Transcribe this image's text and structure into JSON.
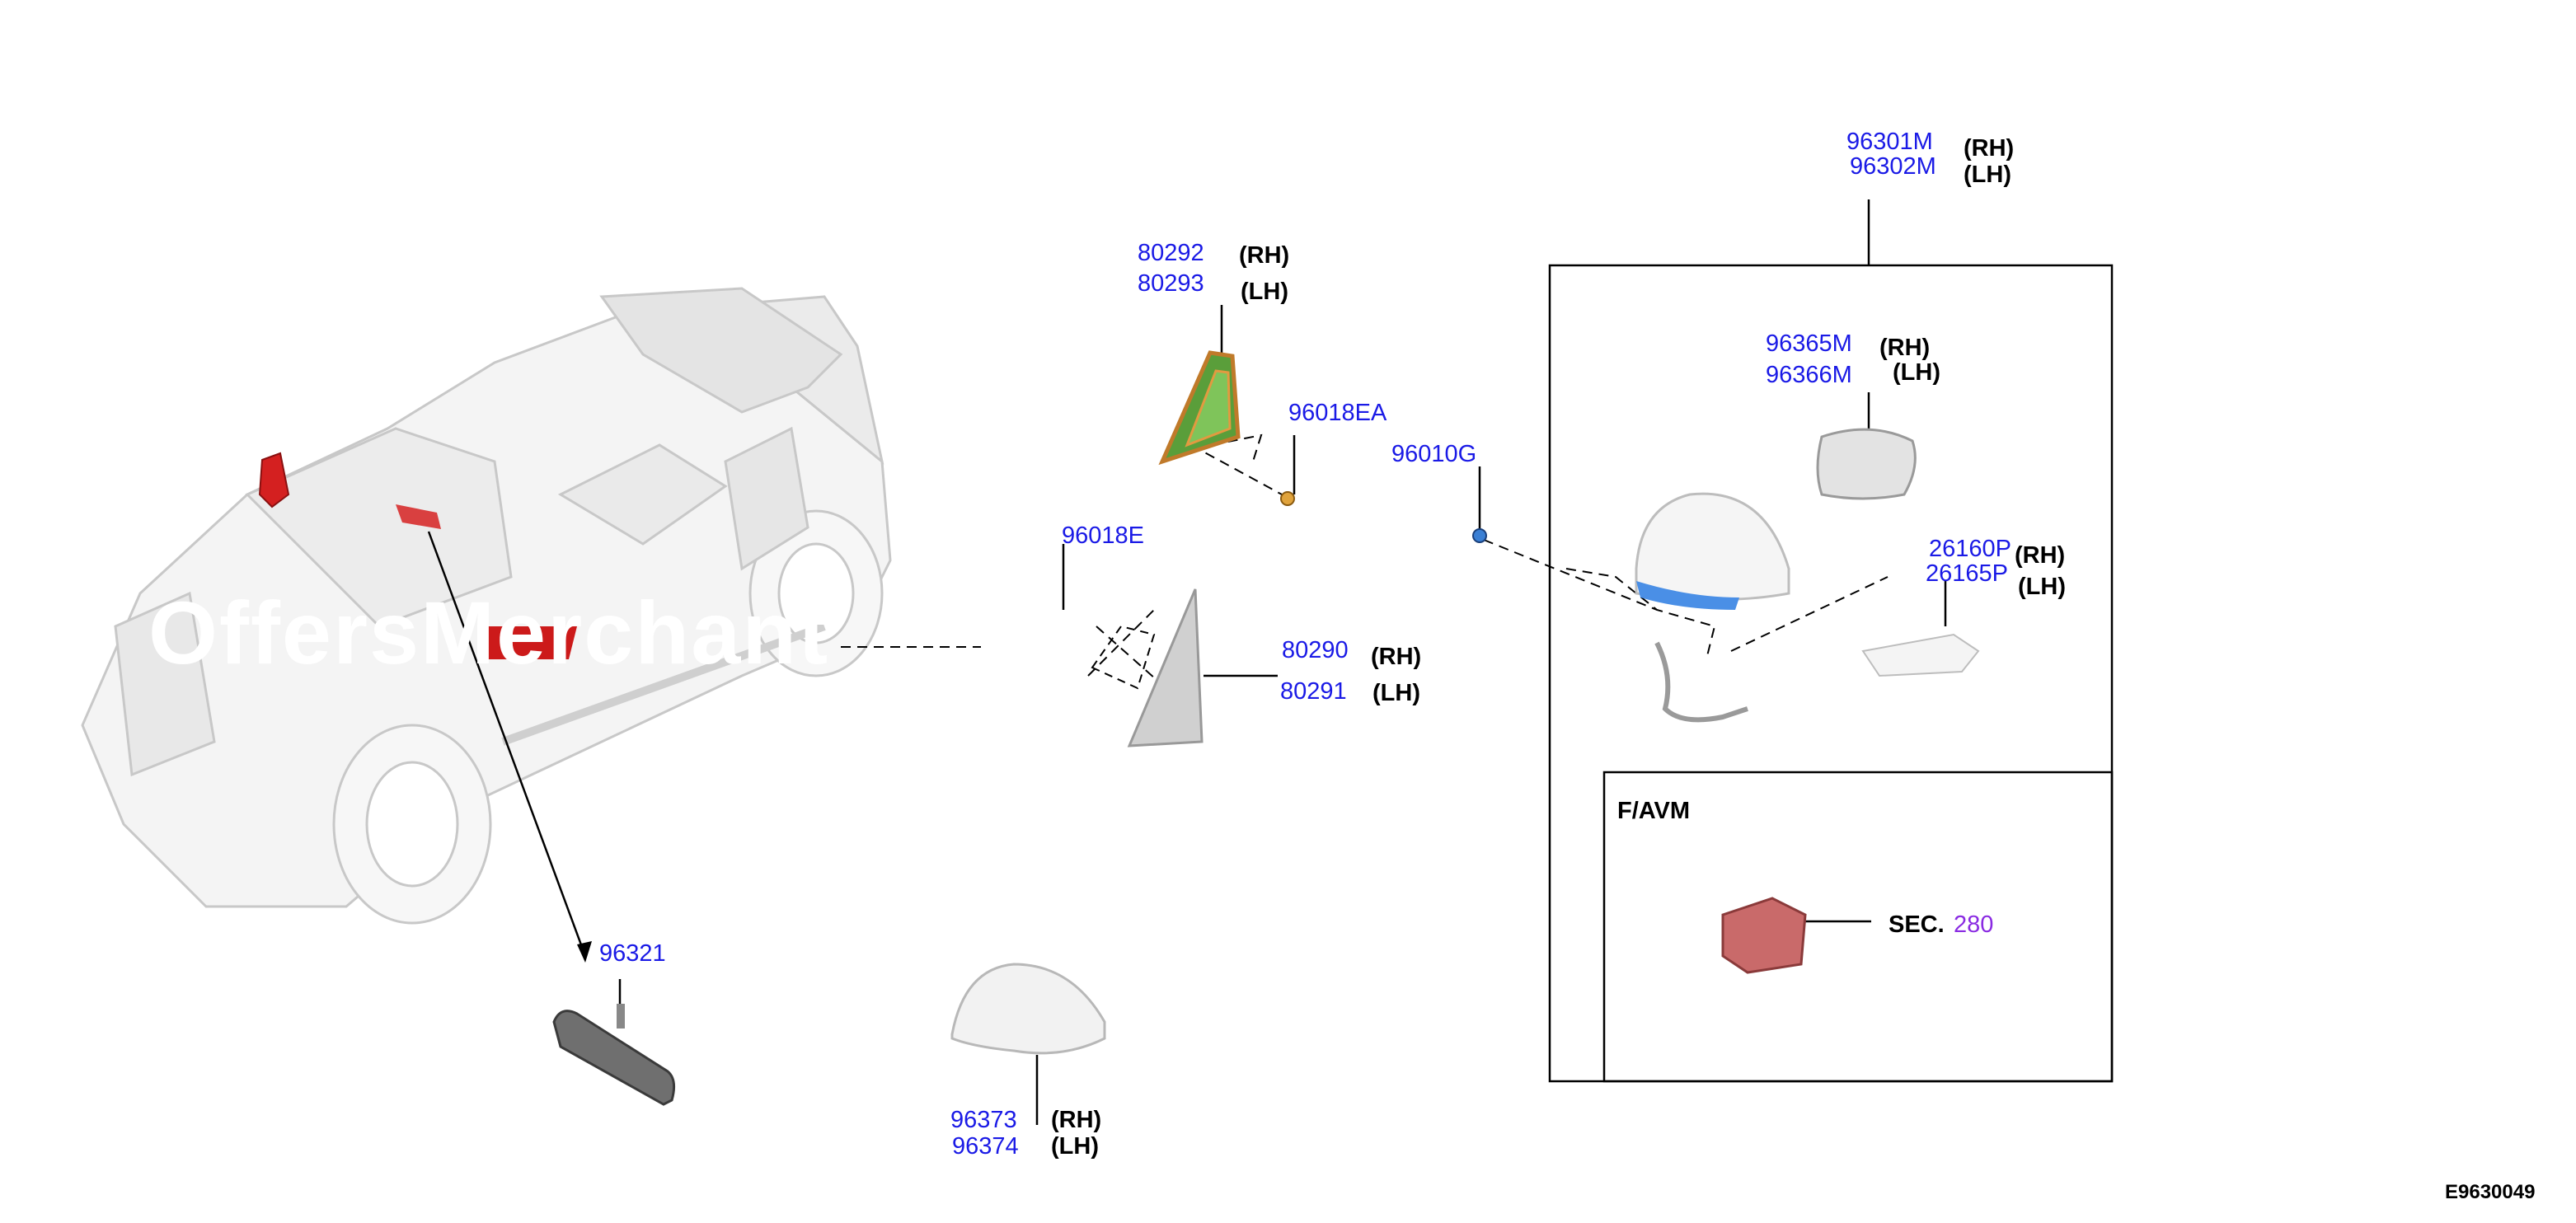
{
  "diagram_code": "E9630049",
  "callouts": [
    {
      "part": "80292",
      "side": "(RH)"
    },
    {
      "part": "80293",
      "side": "(LH)"
    },
    {
      "part": "96018EA"
    },
    {
      "part": "96010G"
    },
    {
      "part": "96018E"
    },
    {
      "part": "80290",
      "side": "(RH)"
    },
    {
      "part": "80291",
      "side": "(LH)"
    },
    {
      "part": "96321"
    },
    {
      "part": "96373",
      "side": "(RH)"
    },
    {
      "part": "96374",
      "side": "(LH)"
    },
    {
      "part": "96301M",
      "side": "(RH)"
    },
    {
      "part": "96302M",
      "side": "(LH)"
    },
    {
      "part": "96365M",
      "side": "(RH)"
    },
    {
      "part": "96366M",
      "side": "(LH)"
    },
    {
      "part": "26160P",
      "side": "(RH)"
    },
    {
      "part": "26165P",
      "side": "(LH)"
    }
  ],
  "favm_box": {
    "title": "F/AVM",
    "sec_prefix": "SEC.",
    "sec_number": "280"
  },
  "watermark": "OffersMerchant",
  "colors": {
    "part_number": "#1a1ae6",
    "section_link": "#8a2be2",
    "line": "#000000",
    "highlight": "#d42020"
  }
}
